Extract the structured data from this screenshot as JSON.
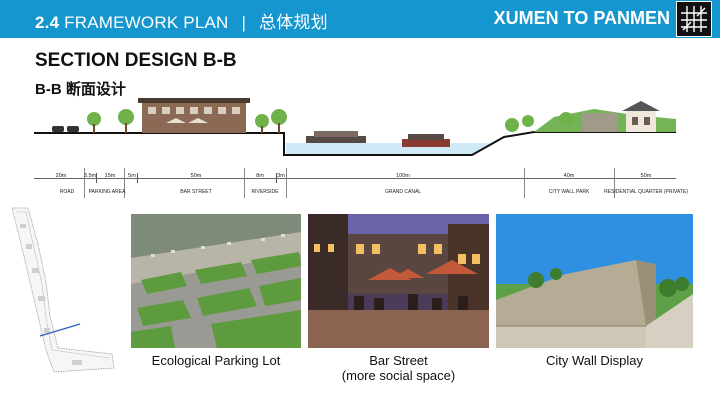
{
  "header": {
    "section_number": "2.4",
    "title": "FRAMEWORK PLAN",
    "separator": "|",
    "title_cn": "总体规划",
    "right_title": "XUMEN TO PANMEN",
    "logo_icon": "grid-logo-icon"
  },
  "section": {
    "title": "SECTION DESIGN B-B",
    "subtitle": "B-B 断面设计"
  },
  "dimensions": [
    "20m",
    "3.5m",
    "15m",
    "5m",
    "50m",
    "8m",
    "3m",
    "100m",
    "40m",
    "50m"
  ],
  "zones": [
    "ROAD",
    "PARKING AREA",
    "BAR STREET",
    "RIVERSIDE",
    "GRAND CANAL",
    "CITY WALL PARK",
    "RESIDENTIAL QUARTER (PRIVATE)"
  ],
  "photos": [
    {
      "caption": "Ecological Parking Lot"
    },
    {
      "caption": "Bar Street",
      "caption_line2": "(more social space)"
    },
    {
      "caption": "City Wall Display"
    }
  ],
  "colors": {
    "header_bg": "#1596cf",
    "water": "#cfe9f6",
    "greenery": "#4f9a3a"
  }
}
